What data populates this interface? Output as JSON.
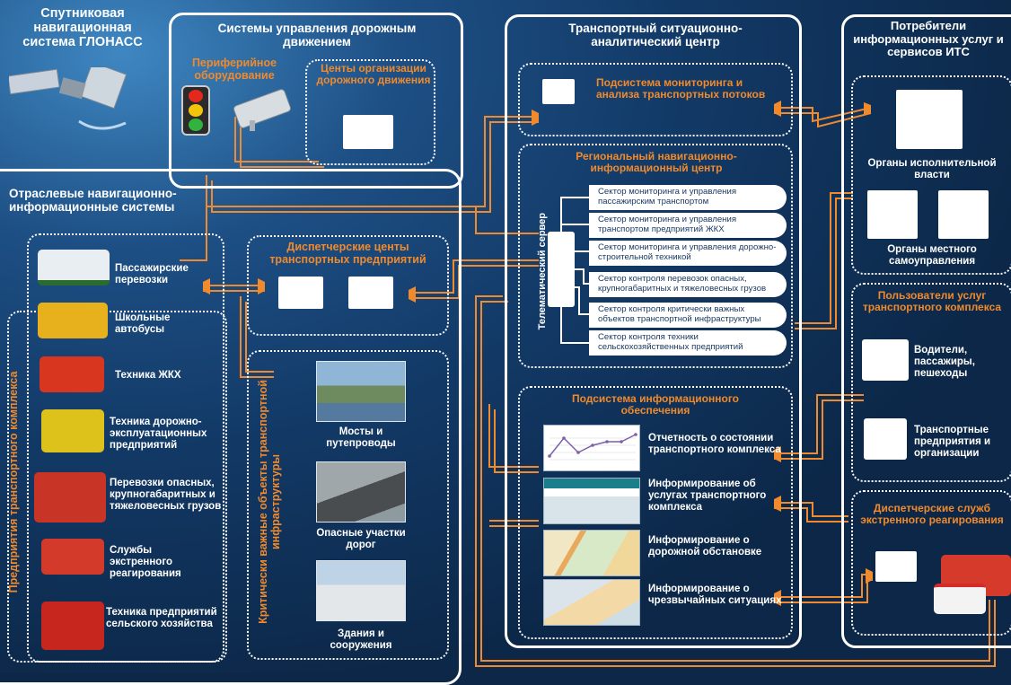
{
  "glonass": {
    "title": "Спутниковая навигационная система ГЛОНАСС"
  },
  "traffic": {
    "title": "Системы управления дорожным движением",
    "peripheral": "Периферийное оборудование",
    "centers": "Центы организации дорожного движения"
  },
  "industry": {
    "title": "Отраслевые навигационно-информационные системы",
    "dispatch": "Диспетчерские центы транспортных предприятий",
    "critical_label": "Критически важные объекты транспортной инфраструктуры",
    "enterprises_label": "Предприятия транспортного комплекса",
    "vehicles": [
      "Пассажирские перевозки",
      "Школьные автобусы",
      "Техника ЖКХ",
      "Техника дорожно-эксплуатационных предприятий",
      "Перевозки опасных, крупногабаритных и тяжеловесных грузов",
      "Службы экстренного реагирования",
      "Техника предприятий сельского хозяйства"
    ],
    "objects": [
      "Мосты и путепроводы",
      "Опасные участки дорог",
      "Здания и сооружения"
    ]
  },
  "center": {
    "title": "Транспортный ситуационно-аналитический центр",
    "monitoring": "Подсистема мониторинга и анализа транспортных потоков",
    "regional": "Региональный навигационно-информационный центр",
    "server": "Телематический сервер",
    "sectors": [
      "Сектор мониторинга и управления пассажирским транспортом",
      "Сектор мониторинга и управления транспортом предприятий ЖКХ",
      "Сектор мониторинга и управления дорожно-строительной техникой",
      "Сектор контроля перевозок опасных, крупногабаритных и тяжеловесных грузов",
      "Сектор контроля критически важных объектов транспортной инфраструктуры",
      "Сектор контроля техники сельскохозяйственных предприятий"
    ],
    "info": "Подсистема информационного обеспечения",
    "info_items": [
      "Отчетность о состоянии транспортного комплекса",
      "Информирование об услугах транспортного комплекса",
      "Информирование о дорожной обстановке",
      "Информирование о чрезвычайных ситуациях"
    ]
  },
  "consumers": {
    "title": "Потребители информационных услуг и сервисов ИТС",
    "exec": "Органы исполнительной власти",
    "local": "Органы местного самоуправления",
    "users": "Пользователи услуг транспортного комплекса",
    "drivers": "Водители, пассажиры, пешеходы",
    "companies": "Транспортные предприятия и организации",
    "emergency": "Диспетчерские служб экстренного реагирования"
  },
  "chart_data": {
    "type": "line",
    "series": [
      {
        "values": [
          3,
          8,
          4,
          6,
          7,
          7,
          9
        ]
      }
    ]
  }
}
